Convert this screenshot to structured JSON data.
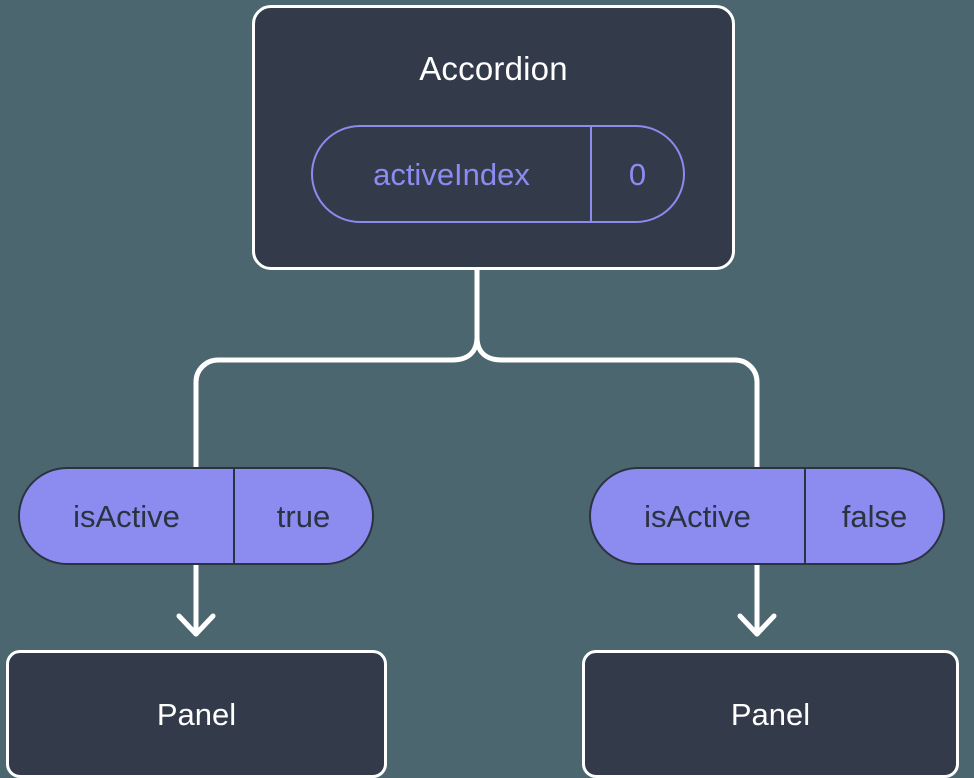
{
  "diagram": {
    "background_color": "#4c6670",
    "accent_color": "#8b8bf0",
    "surface_color": "#333b4b",
    "line_color": "#ffffff",
    "root": {
      "title": "Accordion",
      "state": {
        "key": "activeIndex",
        "value": "0"
      }
    },
    "branches": [
      {
        "state": {
          "key": "isActive",
          "value": "true"
        },
        "child": {
          "title": "Panel"
        }
      },
      {
        "state": {
          "key": "isActive",
          "value": "false"
        },
        "child": {
          "title": "Panel"
        }
      }
    ]
  }
}
